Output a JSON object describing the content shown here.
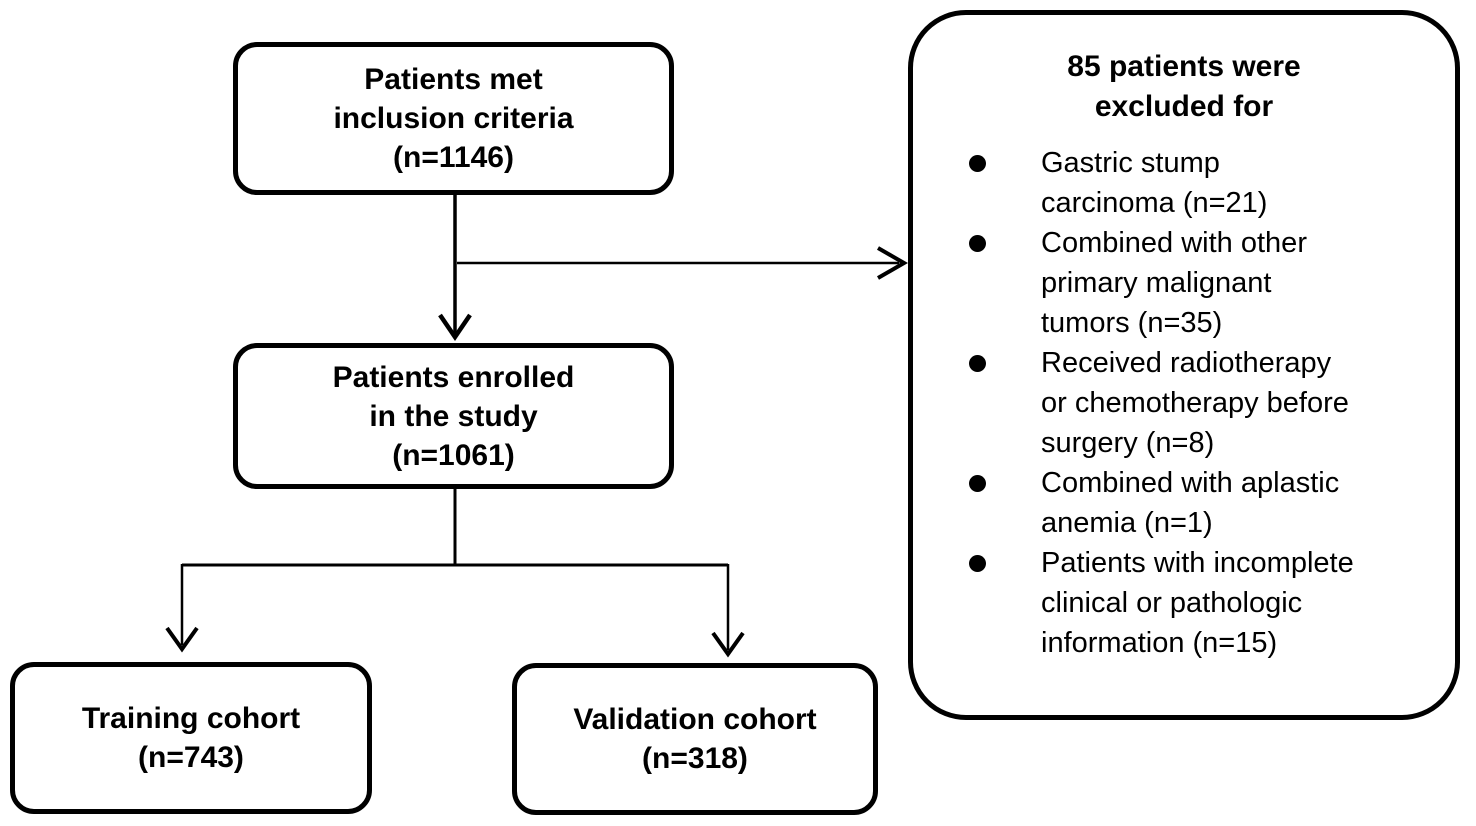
{
  "flowchart": {
    "colors": {
      "ink": "#000000",
      "background": "#ffffff"
    },
    "nodes": {
      "inclusion": {
        "line1": "Patients met",
        "line2": "inclusion criteria",
        "line3": "(n=1146)"
      },
      "enrolled": {
        "line1": "Patients enrolled",
        "line2": "in the study",
        "line3": "(n=1061)"
      },
      "training": {
        "line1": "Training cohort",
        "line2": "(n=743)"
      },
      "validation": {
        "line1": "Validation cohort",
        "line2": "(n=318)"
      },
      "excluded": {
        "title_line1": "85 patients were",
        "title_line2": "excluded for",
        "items": [
          {
            "lines": [
              "Gastric stump",
              "carcinoma (n=21)"
            ]
          },
          {
            "lines": [
              "Combined with other",
              "primary malignant",
              "tumors (n=35)"
            ]
          },
          {
            "lines": [
              "Received radiotherapy",
              "or chemotherapy before",
              "surgery (n=8)"
            ]
          },
          {
            "lines": [
              "Combined with aplastic",
              "anemia (n=1)"
            ]
          },
          {
            "lines": [
              "Patients with incomplete",
              "clinical or pathologic",
              "information (n=15)"
            ]
          }
        ]
      }
    }
  }
}
